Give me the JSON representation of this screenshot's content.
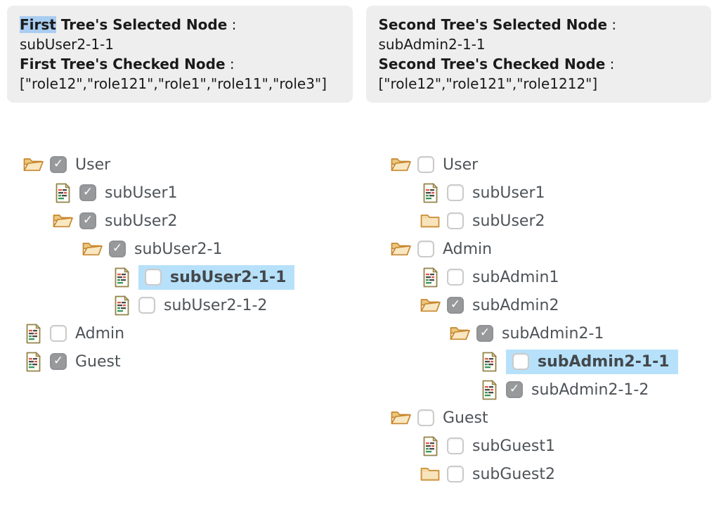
{
  "colors": {
    "panel_bg": "#eeeeee",
    "node_selection_bg": "#b7e1fa",
    "text_selection_bg": "#a9cdf0",
    "checkbox_checked_bg": "#97999b",
    "tree_text": "#4e5358",
    "folder_stroke": "#c8872f",
    "doc_stroke": "#93824a"
  },
  "panels": {
    "first": {
      "selected_title_highlight": "First",
      "selected_title_rest": " Tree's Selected Node",
      "colon": " :",
      "selected_value": "subUser2-1-1",
      "checked_title": "First Tree's Checked Node",
      "checked_value": "[\"role12\",\"role121\",\"role1\",\"role11\",\"role3\"]"
    },
    "second": {
      "selected_title": "Second Tree's Selected Node",
      "colon": " :",
      "selected_value": "subAdmin2-1-1",
      "checked_title": "Second Tree's Checked Node",
      "checked_value": "[\"role12\",\"role121\",\"role1212\"]"
    }
  },
  "trees": [
    {
      "container": "first-tree",
      "nodes": [
        {
          "label": "User",
          "level": 0,
          "icon": "folder-open",
          "checked": true,
          "selected": false
        },
        {
          "label": "subUser1",
          "level": 1,
          "icon": "doc",
          "checked": true,
          "selected": false
        },
        {
          "label": "subUser2",
          "level": 1,
          "icon": "folder-open",
          "checked": true,
          "selected": false
        },
        {
          "label": "subUser2-1",
          "level": 2,
          "icon": "folder-open",
          "checked": true,
          "selected": false
        },
        {
          "label": "subUser2-1-1",
          "level": 3,
          "icon": "doc",
          "checked": false,
          "selected": true
        },
        {
          "label": "subUser2-1-2",
          "level": 3,
          "icon": "doc",
          "checked": false,
          "selected": false
        },
        {
          "label": "Admin",
          "level": 0,
          "icon": "doc",
          "checked": false,
          "selected": false
        },
        {
          "label": "Guest",
          "level": 0,
          "icon": "doc",
          "checked": true,
          "selected": false
        }
      ]
    },
    {
      "container": "second-tree",
      "nodes": [
        {
          "label": "User",
          "level": 0,
          "icon": "folder-open",
          "checked": false,
          "selected": false
        },
        {
          "label": "subUser1",
          "level": 1,
          "icon": "doc",
          "checked": false,
          "selected": false
        },
        {
          "label": "subUser2",
          "level": 1,
          "icon": "folder-closed",
          "checked": false,
          "selected": false
        },
        {
          "label": "Admin",
          "level": 0,
          "icon": "folder-open",
          "checked": false,
          "selected": false
        },
        {
          "label": "subAdmin1",
          "level": 1,
          "icon": "doc",
          "checked": false,
          "selected": false
        },
        {
          "label": "subAdmin2",
          "level": 1,
          "icon": "folder-open",
          "checked": true,
          "selected": false
        },
        {
          "label": "subAdmin2-1",
          "level": 2,
          "icon": "folder-open",
          "checked": true,
          "selected": false
        },
        {
          "label": "subAdmin2-1-1",
          "level": 3,
          "icon": "doc",
          "checked": false,
          "selected": true
        },
        {
          "label": "subAdmin2-1-2",
          "level": 3,
          "icon": "doc",
          "checked": true,
          "selected": false
        },
        {
          "label": "Guest",
          "level": 0,
          "icon": "folder-open",
          "checked": false,
          "selected": false
        },
        {
          "label": "subGuest1",
          "level": 1,
          "icon": "doc",
          "checked": false,
          "selected": false
        },
        {
          "label": "subGuest2",
          "level": 1,
          "icon": "folder-closed",
          "checked": false,
          "selected": false
        }
      ]
    }
  ]
}
